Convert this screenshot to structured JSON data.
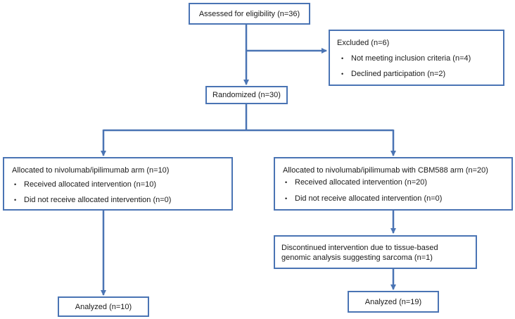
{
  "colors": {
    "border": "#4a74b4",
    "arrow": "#4a74b4",
    "text": "#1a1a1a"
  },
  "assessed": {
    "label": "Assessed for eligibility (n=36)"
  },
  "excluded": {
    "title": "Excluded (n=6)",
    "items": [
      "Not meeting inclusion criteria (n=4)",
      "Declined participation (n=2)"
    ]
  },
  "randomized": {
    "label": "Randomized (n=30)"
  },
  "arm_left": {
    "title": "Allocated to nivolumab/ipilimumab arm (n=10)",
    "items": [
      "Received allocated intervention (n=10)",
      "Did not receive allocated intervention (n=0)"
    ]
  },
  "arm_right": {
    "title": "Allocated to nivolumab/ipilimumab with CBM588 arm (n=20)",
    "items": [
      "Received allocated intervention (n=20)",
      "Did not receive allocated intervention (n=0)"
    ]
  },
  "discontinued": {
    "lines": [
      "Discontinued intervention due to tissue-based",
      "genomic analysis suggesting sarcoma (n=1)"
    ]
  },
  "analyzed_left": {
    "label": "Analyzed (n=10)"
  },
  "analyzed_right": {
    "label": "Analyzed (n=19)"
  },
  "bullet_glyph": "•"
}
